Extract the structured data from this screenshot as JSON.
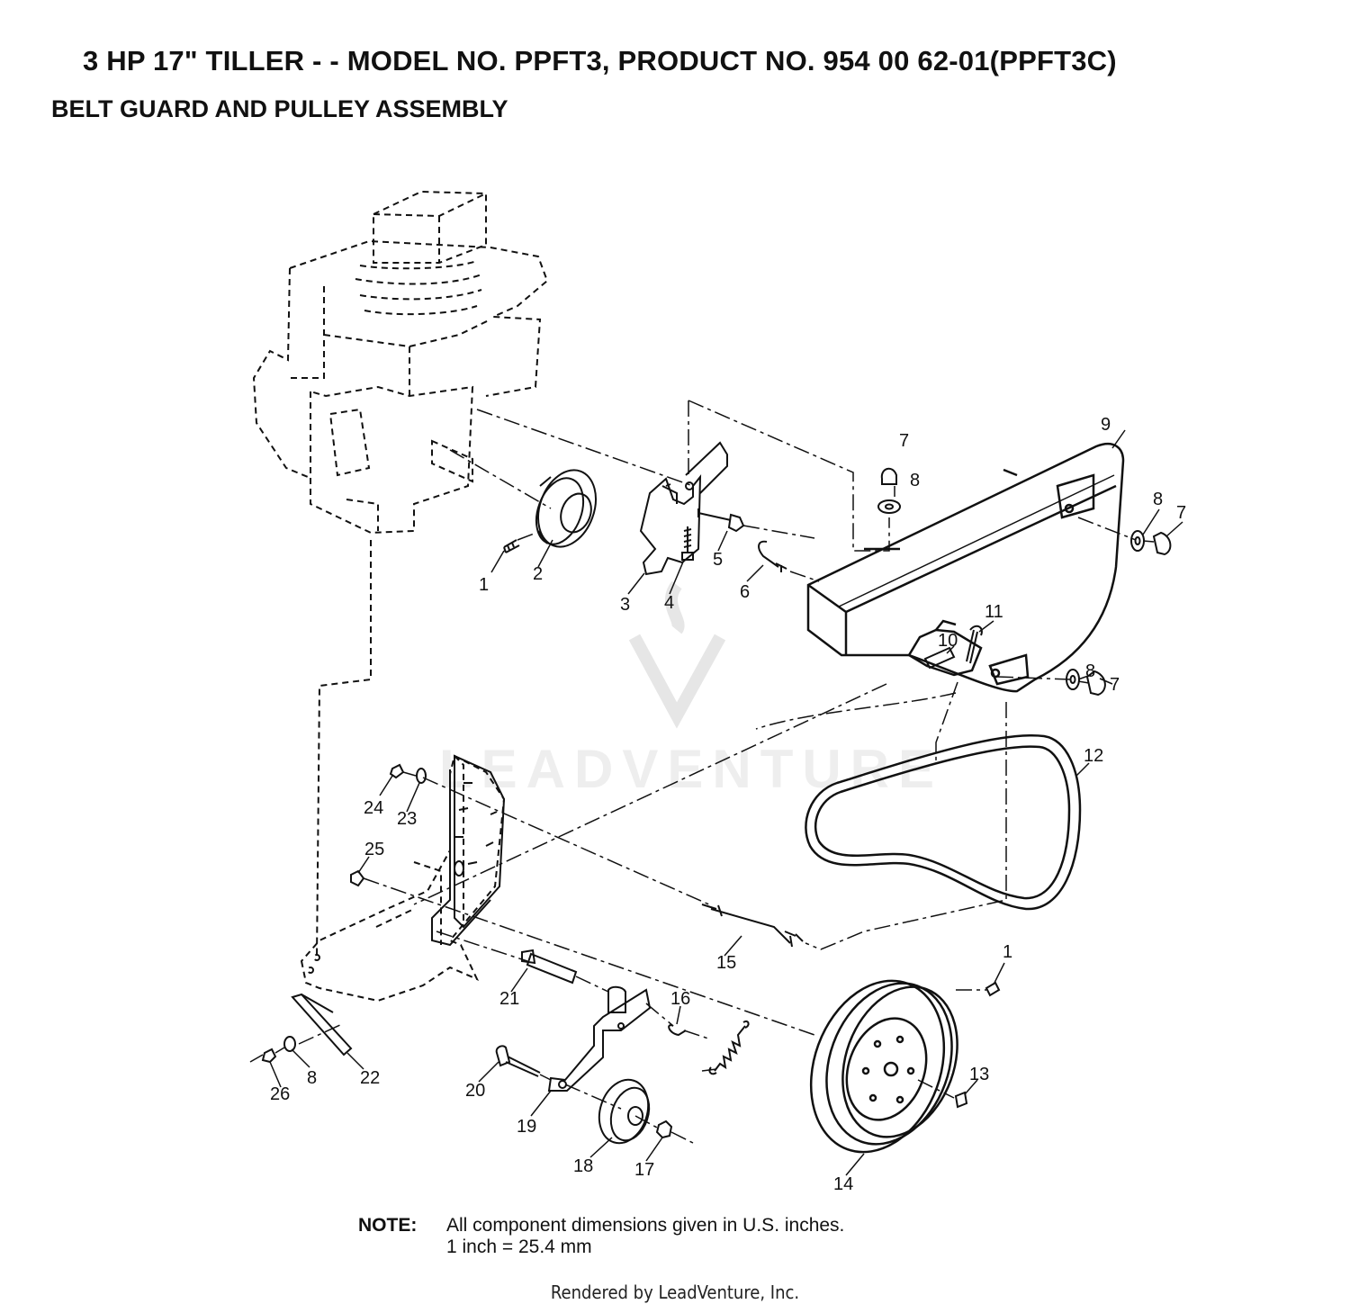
{
  "header": {
    "title": "3 HP 17\" TILLER - - MODEL NO. PPFT3, PRODUCT NO. 954 00 62-01(PPFT3C)",
    "subtitle": "BELT GUARD AND PULLEY ASSEMBLY"
  },
  "watermark": {
    "text": "LEADVENTURE"
  },
  "callouts": {
    "c1a": "1",
    "c2": "2",
    "c3": "3",
    "c4": "4",
    "c5": "5",
    "c6": "6",
    "c7a": "7",
    "c8a": "8",
    "c9": "9",
    "c8b": "8",
    "c7b": "7",
    "c11": "11",
    "c10": "10",
    "c8c": "8",
    "c7c": "7",
    "c12": "12",
    "c24": "24",
    "c23": "23",
    "c25": "25",
    "c15": "15",
    "c1b": "1",
    "c21": "21",
    "c16": "16",
    "c13": "13",
    "c20": "20",
    "c19": "19",
    "c22": "22",
    "c8d": "8",
    "c26": "26",
    "c18": "18",
    "c17": "17",
    "c14": "14"
  },
  "note": {
    "label": "NOTE:",
    "line1": "All component dimensions given in U.S. inches.",
    "line2": "1 inch = 25.4 mm"
  },
  "footer": {
    "text": "Rendered by LeadVenture, Inc."
  }
}
